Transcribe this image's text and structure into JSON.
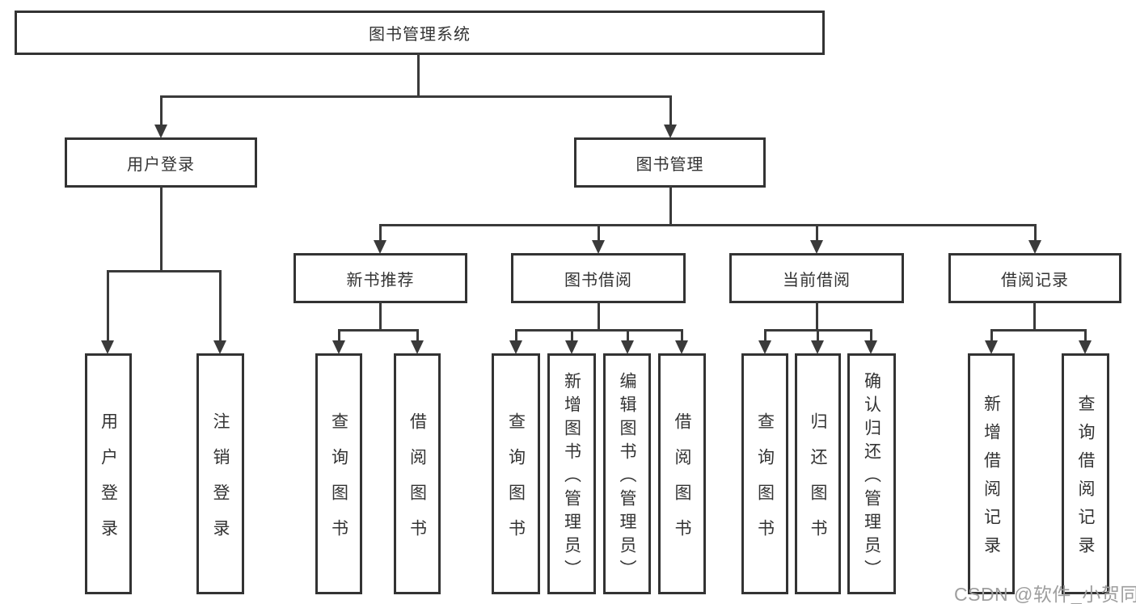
{
  "colors": {
    "line": "#3a3a3a",
    "box_border": "#333333",
    "text": "#333333",
    "watermark": "#9e9e9e",
    "background": "#ffffff"
  },
  "tree": {
    "root": {
      "label": "图书管理系统"
    },
    "branches": [
      {
        "label": "用户登录",
        "children": [
          "用户登录",
          "注销登录"
        ]
      },
      {
        "label": "图书管理",
        "modules": [
          {
            "label": "新书推荐",
            "children": [
              "查询图书",
              "借阅图书"
            ]
          },
          {
            "label": "图书借阅",
            "children": [
              "查询图书",
              "新增图书（管理员）",
              "编辑图书（管理员）",
              "借阅图书"
            ]
          },
          {
            "label": "当前借阅",
            "children": [
              "查询图书",
              "归还图书",
              "确认归还（管理员）"
            ]
          },
          {
            "label": "借阅记录",
            "children": [
              "新增借阅记录",
              "查询借阅记录"
            ]
          }
        ]
      }
    ]
  },
  "watermark": "CSDN @软件_小贺同学"
}
